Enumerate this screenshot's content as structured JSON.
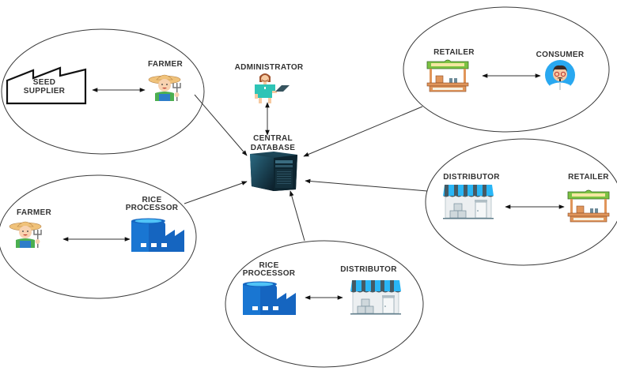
{
  "diagram": {
    "type": "supply-chain-network",
    "central": {
      "label_line1": "CENTRAL",
      "label_line2": "DATABASE",
      "icon": "server-tower-icon"
    },
    "administrator": {
      "label": "ADMINISTRATOR",
      "icon": "admin-person-with-tablet-icon",
      "link_to_central": "bidirectional"
    },
    "groups": [
      {
        "id": "seed-farmer",
        "nodes": [
          {
            "label_line1": "SEED",
            "label_line2": "SUPPLIER",
            "icon": "factory-outline-icon"
          },
          {
            "label": "FARMER",
            "icon": "farmer-icon"
          }
        ],
        "internal_link": "bidirectional",
        "link_to_central": "directed-to-central"
      },
      {
        "id": "retailer-consumer",
        "nodes": [
          {
            "label": "RETAILER",
            "icon": "market-stall-icon"
          },
          {
            "label": "CONSUMER",
            "icon": "consumer-avatar-icon"
          }
        ],
        "internal_link": "bidirectional",
        "link_to_central": "directed-to-central"
      },
      {
        "id": "distributor-retailer",
        "nodes": [
          {
            "label": "DISTRIBUTOR",
            "icon": "storefront-icon"
          },
          {
            "label": "RETAILER",
            "icon": "market-stall-icon"
          }
        ],
        "internal_link": "bidirectional",
        "link_to_central": "directed-to-central"
      },
      {
        "id": "farmer-processor",
        "nodes": [
          {
            "label": "FARMER",
            "icon": "farmer-icon"
          },
          {
            "label_line1": "RICE",
            "label_line2": "PROCESSOR",
            "icon": "processing-factory-icon"
          }
        ],
        "internal_link": "bidirectional",
        "link_to_central": "directed-to-central"
      },
      {
        "id": "processor-distributor",
        "nodes": [
          {
            "label_line1": "RICE",
            "label_line2": "PROCESSOR",
            "icon": "processing-factory-icon"
          },
          {
            "label": "DISTRIBUTOR",
            "icon": "storefront-icon"
          }
        ],
        "internal_link": "bidirectional",
        "link_to_central": "directed-to-central"
      }
    ]
  },
  "colors": {
    "line": "#333333",
    "server_dark": "#0f2a38",
    "server_mid": "#1d4a5e",
    "azure_blue": "#1565c0",
    "azure_light": "#4fc3f7",
    "awning_blue": "#29b6f6",
    "awning_dark": "#455a64",
    "stall_green": "#7cc242",
    "stall_wood": "#e0955a",
    "teal_shirt": "#2ec4b6",
    "skin": "#f6c9a0",
    "consumer_bg": "#29a8f0"
  }
}
